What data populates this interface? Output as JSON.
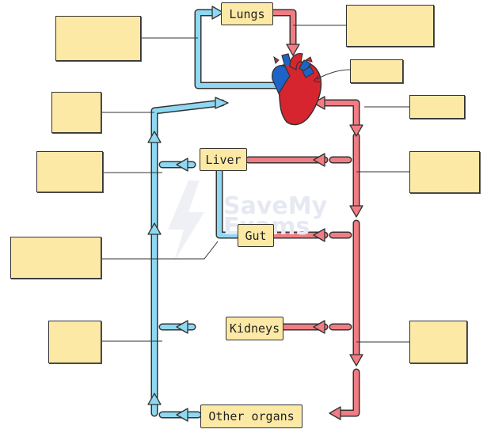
{
  "organs": {
    "lungs": "Lungs",
    "liver": "Liver",
    "gut": "Gut",
    "kidneys": "Kidneys",
    "other": "Other organs"
  },
  "label_boxes_count_note": "",
  "colors": {
    "deoxygenated_vessel": "#8fd8f2",
    "oxygenated_vessel": "#f27c84",
    "vessel_outline": "#333333",
    "label_box": "#fde9a6",
    "heart_red": "#d6252f",
    "heart_blue": "#1e64c8"
  },
  "watermark": {
    "line1": "SaveMy",
    "line2": "Exams"
  },
  "icons": {
    "heart": "heart-icon",
    "watermark_logo": "lightning-logo"
  }
}
